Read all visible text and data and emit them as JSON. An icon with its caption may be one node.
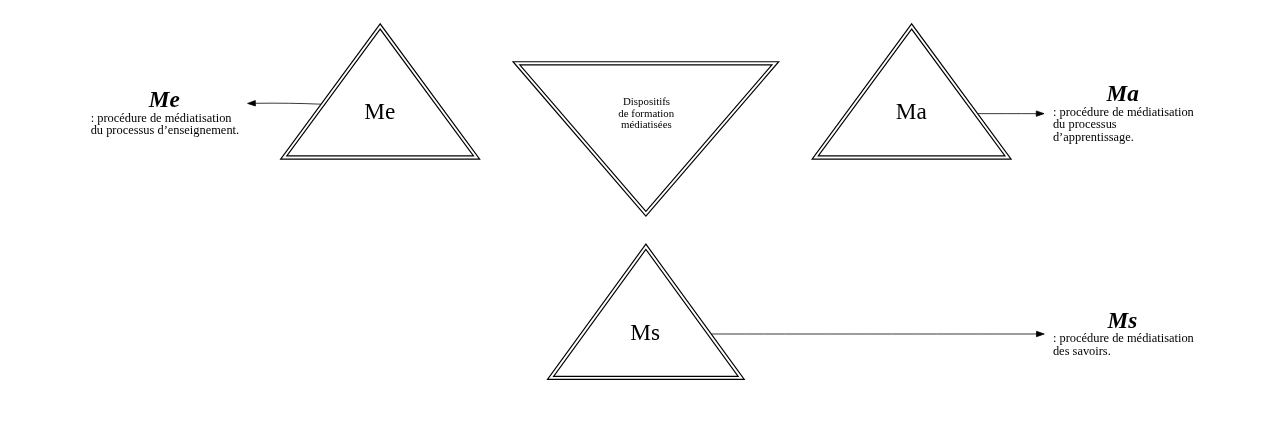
{
  "diagram": {
    "nodes": [
      {
        "text": [
          "Ms"
        ]
      },
      {
        "text": [
          "Me"
        ]
      },
      {
        "text": [
          "Dispositifs de formation médiatisées"
        ]
      },
      {
        "text": [
          "Ma"
        ]
      },
      {
        "text": [
          "Ms",
          ": procédure de médiatisation des savoirs."
        ]
      },
      {
        "text": [
          "Me",
          ": procédure de médiatisation du processus d’enseignement."
        ]
      },
      {
        "text": [
          "Ma",
          ": procédure de médiatisation du processus d’apprentissage."
        ]
      }
    ],
    "edges": [
      {
        "from": 0,
        "to": 4,
        "arrow": "to"
      },
      {
        "from": 1,
        "to": 5,
        "arrow": "to"
      },
      {
        "from": 3,
        "to": 6,
        "arrow": "to"
      }
    ]
  }
}
